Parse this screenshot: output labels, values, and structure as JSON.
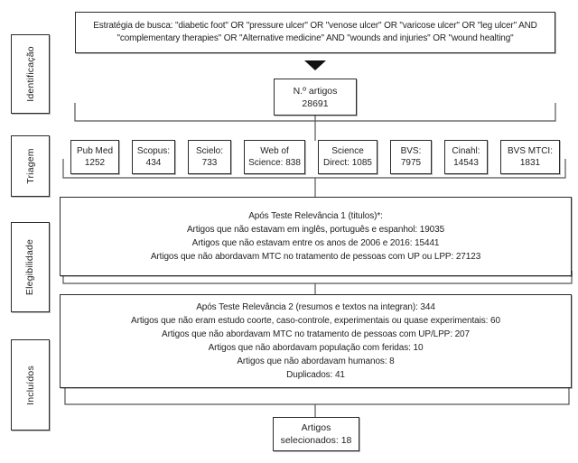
{
  "figure": {
    "type": "prisma-flow-diagram"
  },
  "sidebar": {
    "stages": [
      {
        "label": "Identificação"
      },
      {
        "label": "Triagem"
      },
      {
        "label": "Elegibilidade"
      },
      {
        "label": "Incluídos"
      }
    ]
  },
  "search_strategy": {
    "line1": "Estratégia de busca: \"diabetic foot\" OR \"pressure ulcer\" OR \"venose ulcer\" OR \"varicose ulcer\" OR \"leg ulcer\" AND",
    "line2": "\"complementary therapies\" OR \"Alternative medicine\" AND \"wounds and injuries\" OR \"wound healting\""
  },
  "total_articles": {
    "label": "N.º artigos",
    "count": "28691"
  },
  "databases": [
    {
      "line1": "Pub Med",
      "line2": "1252"
    },
    {
      "line1": "Scopus:",
      "line2": "434"
    },
    {
      "line1": "Scielo:",
      "line2": "733"
    },
    {
      "line1": "Web of",
      "line2": "Science: 838"
    },
    {
      "line1": "Science",
      "line2": "Direct: 1085"
    },
    {
      "line1": "BVS:",
      "line2": "7975"
    },
    {
      "line1": "Cinahl:",
      "line2": "14543"
    },
    {
      "line1": "BVS MTCI:",
      "line2": "1831"
    }
  ],
  "relevance_test_1": {
    "lines": [
      "Após Teste Relevância 1 (titulos)*:",
      "Artigos que não estavam em inglês, português e espanhol: 19035",
      "Artigos que não estavam entre os anos de 2006 e 2016: 15441",
      "Artigos que não abordavam MTC no tratamento de pessoas com UP ou LPP: 27123"
    ]
  },
  "relevance_test_2": {
    "lines": [
      "Após Teste Relevância 2 (resumos e textos na integran): 344",
      "Artigos que não eram estudo coorte, caso-controle, experimentais ou quase experimentais: 60",
      "Artigos que não abordavam MTC no tratamento de pessoas com UP/LPP: 207",
      "Artigos que não abordavam população com feridas: 10",
      "Artigos que não abordavam humanos: 8",
      "Duplicados: 41"
    ]
  },
  "selected_articles": {
    "line1": "Artigos",
    "line2": "selecionados: 18"
  },
  "colors": {
    "box_border": "#2b2b2b",
    "connector_line": "#555555",
    "arrow_fill": "#111111",
    "text": "#222222",
    "background": "#ffffff"
  }
}
